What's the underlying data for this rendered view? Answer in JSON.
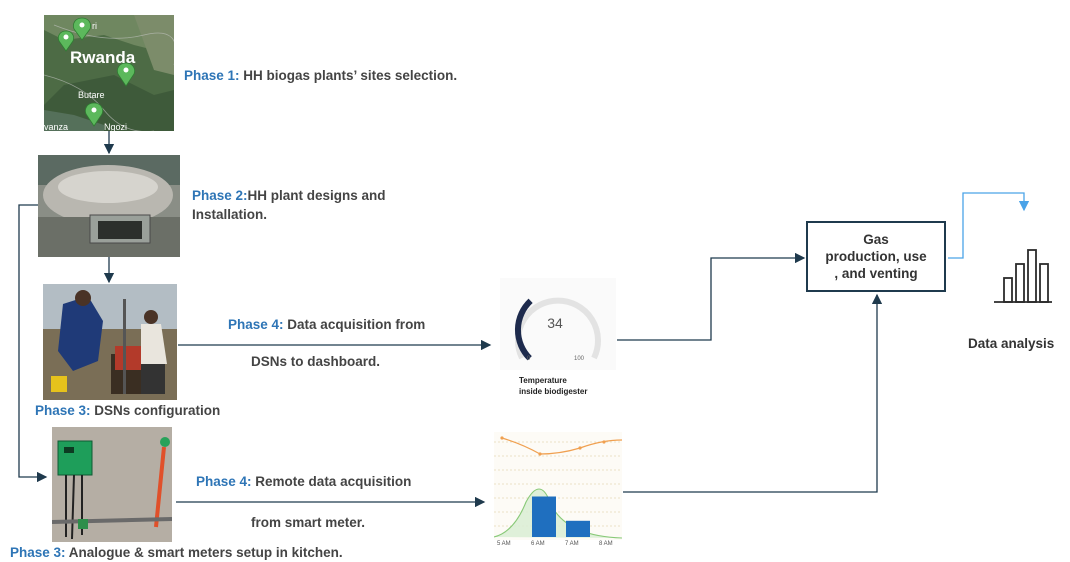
{
  "phases": {
    "p1": {
      "tag": "Phase 1:",
      "text": "HH biogas plants’ sites selection."
    },
    "p2": {
      "tag": "Phase 2:",
      "text1": "HH plant designs and",
      "text2": "Installation."
    },
    "p3a": {
      "tag": "Phase 3:",
      "text": "DSNs configuration"
    },
    "p4a": {
      "tag": "Phase 4:",
      "text1": "Data acquisition from",
      "text2": "DSNs to dashboard."
    },
    "p4b": {
      "tag": "Phase 4:",
      "text1": "Remote data acquisition",
      "text2": "from smart meter."
    },
    "p3b": {
      "tag": "Phase 3:",
      "text": "Analogue & smart meters setup in kitchen."
    }
  },
  "map": {
    "country": "Rwanda",
    "town1": "Butare",
    "town2": "Ngozi",
    "town3": "ri",
    "town4": "vanza"
  },
  "gas_box": {
    "line1": "Gas",
    "line2": "production, use",
    "line3": ", and venting"
  },
  "data_analysis": {
    "label": "Data analysis"
  },
  "gauge": {
    "value": "34",
    "min": "0",
    "max": "100",
    "fraction": 0.34,
    "caption1": "Temperature",
    "caption2": "inside biodigester"
  },
  "chart_data": {
    "type": "bar",
    "categories": [
      "5 AM",
      "6 AM",
      "7 AM",
      "8 AM"
    ],
    "series": [
      {
        "values": [
          0,
          0.75,
          0.3,
          0
        ]
      }
    ]
  },
  "colors": {
    "phase_label": "#2e75b6",
    "text": "#444444",
    "arrow": "#1f3a4d",
    "bar": "#1f6fbf",
    "analysis_arrow": "#4aa3e8"
  }
}
